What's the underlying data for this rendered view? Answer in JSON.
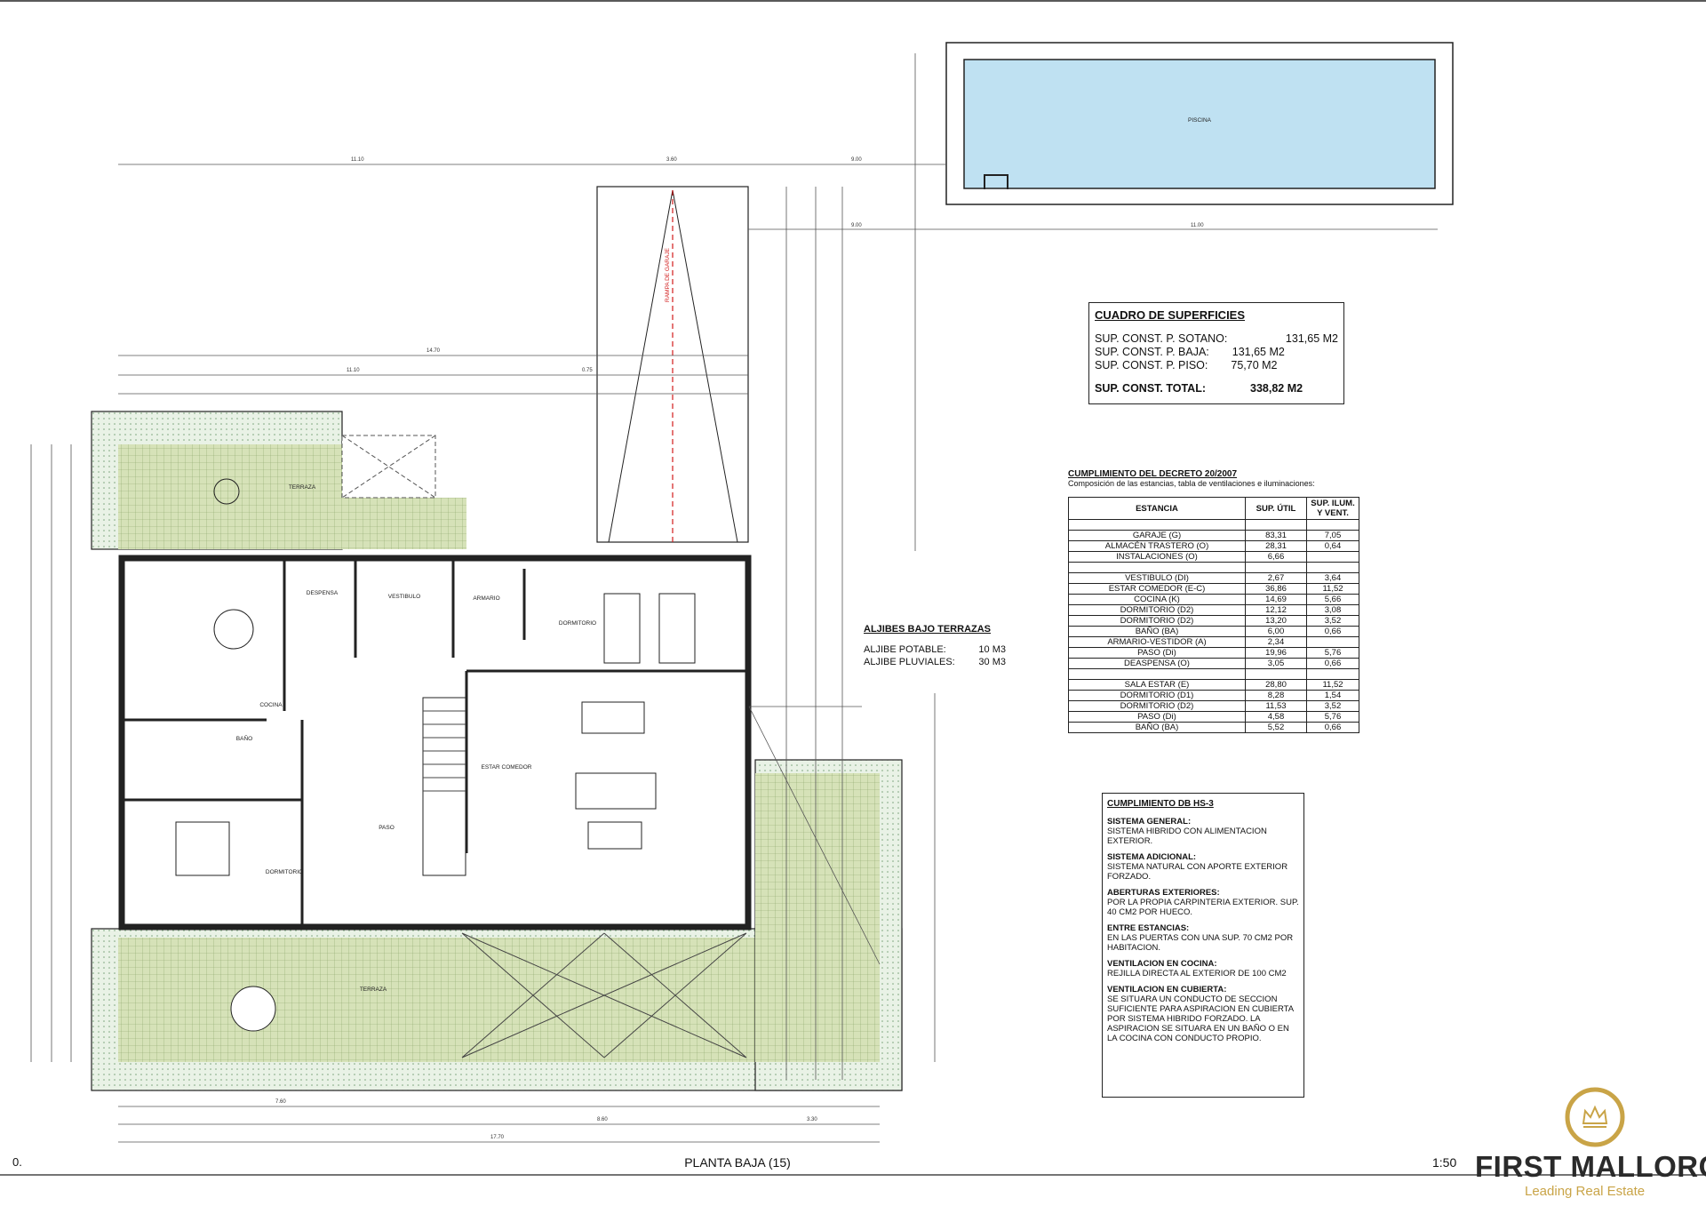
{
  "page": {
    "label_left": "0.",
    "title": "PLANTA BAJA (15)",
    "scale": "1:50"
  },
  "logo": {
    "brand": "FIRST MALLORCA",
    "tagline": "Leading Real Estate",
    "color": "#c9a447"
  },
  "superficies": {
    "title": "CUADRO DE SUPERFICIES",
    "rows": [
      {
        "label": "SUP. CONST. P. SOTANO:",
        "value": "131,65 M2"
      },
      {
        "label": "SUP. CONST. P. BAJA:",
        "value": "131,65 M2"
      },
      {
        "label": "SUP. CONST. P. PISO:",
        "value": "75,70 M2"
      }
    ],
    "total": {
      "label": "SUP. CONST. TOTAL:",
      "value": "338,82 M2"
    }
  },
  "decreto": {
    "title": "CUMPLIMIENTO DEL DECRETO 20/2007",
    "subtitle": "Composición de las estancias, tabla de ventilaciones e iluminaciones:",
    "headers": [
      "ESTANCIA",
      "SUP. ÚTIL",
      "SUP. ILUM. Y VENT."
    ],
    "rows": [
      [
        "GARAJE (G)",
        "83,31",
        "7,05"
      ],
      [
        "ALMACÉN TRASTERO (O)",
        "28,31",
        "0,64"
      ],
      [
        "INSTALACIONES (O)",
        "6,66",
        ""
      ],
      [
        "",
        "",
        ""
      ],
      [
        "VESTIBULO (DI)",
        "2,67",
        "3,64"
      ],
      [
        "ESTAR COMEDOR (E-C)",
        "36,86",
        "11,52"
      ],
      [
        "COCINA (K)",
        "14,69",
        "5,66"
      ],
      [
        "DORMITORIO (D2)",
        "12,12",
        "3,08"
      ],
      [
        "DORMITORIO (D2)",
        "13,20",
        "3,52"
      ],
      [
        "BAÑO (BA)",
        "6,00",
        "0,66"
      ],
      [
        "ARMARIO-VESTIDOR (A)",
        "2,34",
        ""
      ],
      [
        "PASO (Di)",
        "19,96",
        "5,76"
      ],
      [
        "DEASPENSA (O)",
        "3,05",
        "0,66"
      ],
      [
        "",
        "",
        ""
      ],
      [
        "SALA ESTAR (E)",
        "28,80",
        "11,52"
      ],
      [
        "DORMITORIO (D1)",
        "8,28",
        "1,54"
      ],
      [
        "DORMITORIO (D2)",
        "11,53",
        "3,52"
      ],
      [
        "PASO (Di)",
        "4,58",
        "5,76"
      ],
      [
        "BAÑO (BA)",
        "5,52",
        "0,66"
      ]
    ]
  },
  "aljibes": {
    "title": "ALJIBES BAJO TERRAZAS",
    "rows": [
      {
        "label": "ALJIBE POTABLE:",
        "value": "10 M3"
      },
      {
        "label": "ALJIBE PLUVIALES:",
        "value": "30 M3"
      }
    ]
  },
  "hs3": {
    "title": "CUMPLIMIENTO DB HS-3",
    "sections": [
      {
        "heading": "SISTEMA GENERAL:",
        "text": "SISTEMA HIBRIDO CON ALIMENTACION EXTERIOR."
      },
      {
        "heading": "SISTEMA ADICIONAL:",
        "text": "SISTEMA NATURAL CON APORTE EXTERIOR FORZADO."
      },
      {
        "heading": "ABERTURAS EXTERIORES:",
        "text": "POR LA PROPIA CARPINTERIA EXTERIOR. SUP. 40 CM2 POR HUECO."
      },
      {
        "heading": "ENTRE ESTANCIAS:",
        "text": "EN LAS PUERTAS CON UNA SUP. 70 CM2 POR HABITACION."
      },
      {
        "heading": "VENTILACION EN COCINA:",
        "text": "REJILLA DIRECTA AL EXTERIOR DE 100 CM2"
      },
      {
        "heading": "VENTILACION EN CUBIERTA:",
        "text": "SE SITUARA UN CONDUCTO DE SECCION SUFICIENTE PARA ASPIRACION EN CUBIERTA POR SISTEMA HIBRIDO FORZADO. LA ASPIRACION SE SITUARA EN UN BAÑO O EN LA COCINA CON CONDUCTO PROPIO."
      }
    ]
  },
  "rooms": {
    "piscina": "PISCINA",
    "rampa": "RAMPA DE GARAJE",
    "terraza_n": "TERRAZA",
    "terraza_s": "TERRAZA",
    "despensa": "DESPENSA",
    "armario": "ARMARIO",
    "dormitorio_e": "DORMITORIO",
    "cocina": "COCINA",
    "bano": "BAÑO",
    "estar": "ESTAR COMEDOR",
    "paso": "PASO",
    "dormitorio_w": "DORMITORIO",
    "vestibulo": "VESTIBULO"
  },
  "dims": {
    "top": [
      "11.10",
      "3.60",
      "9.00"
    ],
    "pool": [
      "9.00",
      "11.00"
    ],
    "mid": [
      "14.70",
      "11.10",
      "0.75"
    ],
    "bottom": [
      "7.60",
      "8.60",
      "3.30",
      "17.70"
    ]
  },
  "colors": {
    "terrace_fill": "#d6e2b8",
    "terrace_grid": "#8aa46a",
    "pool_fill": "#bfe1f2",
    "wall": "#222222",
    "ramp_line": "#d11a1a"
  }
}
